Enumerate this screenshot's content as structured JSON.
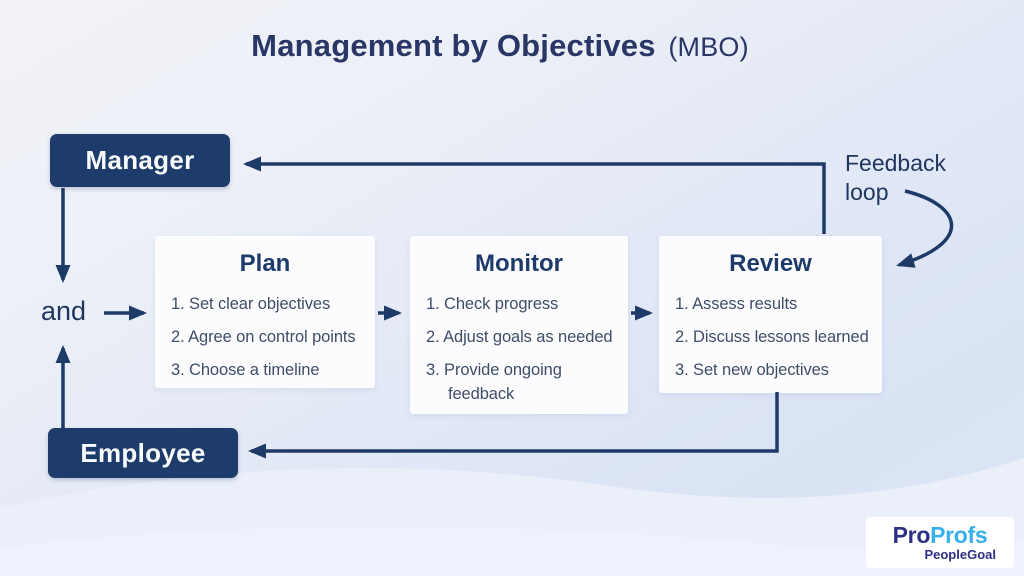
{
  "title": {
    "main": "Management by Objectives",
    "suffix": "(MBO)"
  },
  "nodes": {
    "manager": "Manager",
    "employee": "Employee",
    "conjunction": "and",
    "feedback_loop": "Feedback loop"
  },
  "cards": [
    {
      "title": "Plan",
      "items": [
        "1. Set clear objectives",
        "2. Agree on control points",
        "3. Choose a timeline"
      ]
    },
    {
      "title": "Monitor",
      "items": [
        "1. Check progress",
        "2. Adjust goals as needed",
        "3. Provide ongoing feedback"
      ]
    },
    {
      "title": "Review",
      "items": [
        "1. Assess results",
        "2. Discuss lessons learned",
        "3. Set new objectives"
      ]
    }
  ],
  "logo": {
    "part1": "Pro",
    "part2": "Profs",
    "subtitle": "PeopleGoal"
  },
  "colors": {
    "navy_box": "#1d3b6b",
    "arrow": "#1e3a66",
    "title_text": "#2a3666",
    "body_text": "#3f4d68",
    "card_bg": "#fcfcfe",
    "logo_navy": "#2b2f85",
    "logo_blue": "#36b0ea"
  }
}
